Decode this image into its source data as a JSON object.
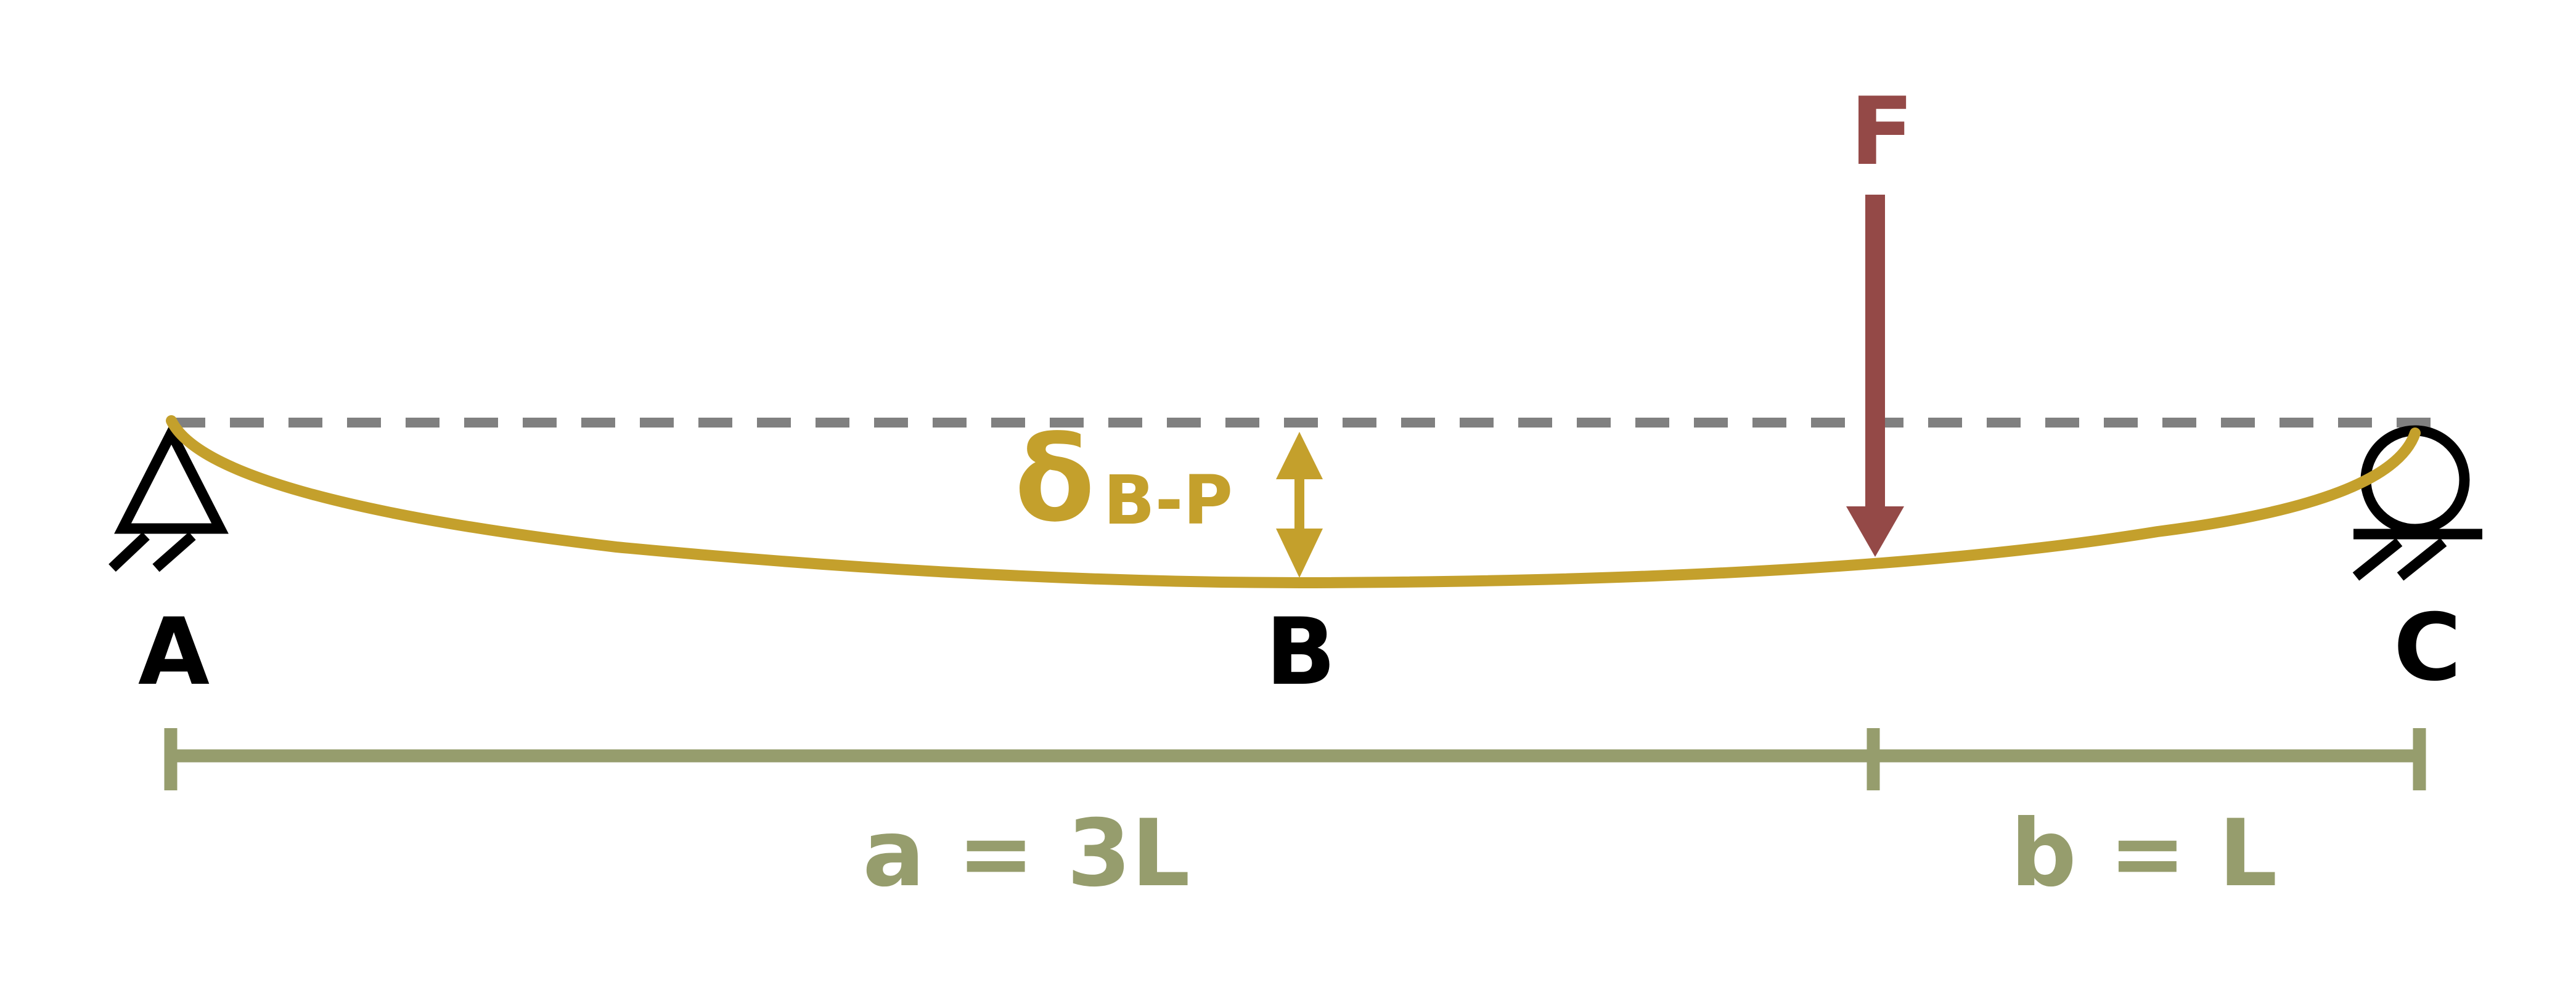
{
  "diagram": {
    "force_label": "F",
    "deflection": {
      "symbol": "δ",
      "subscript": "B-P"
    },
    "points": {
      "a": "A",
      "b": "B",
      "c": "C"
    },
    "dimensions": {
      "a": "a = 3L",
      "b": "b = L"
    },
    "colors": {
      "force": "#944947",
      "deflection": "#c4a02c",
      "dimension": "#969d6d",
      "reference_line": "#808080",
      "support": "#000000"
    }
  }
}
